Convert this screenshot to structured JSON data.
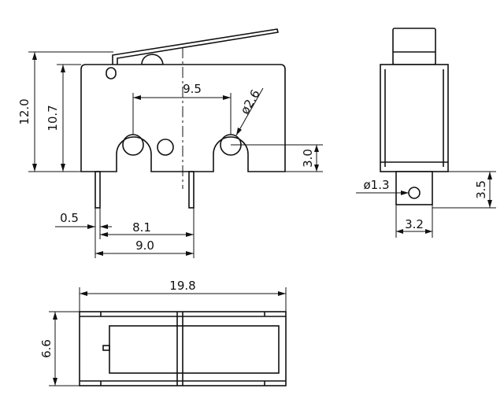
{
  "dimensions": {
    "height_12_0": "12.0",
    "height_10_7": "10.7",
    "hole_spacing_9_5": "9.5",
    "hole_diameter_2_6": "ø2.6",
    "hole_height_3_0": "3.0",
    "pin_width_0_5": "0.5",
    "pin_spacing_8_1": "8.1",
    "pin_spacing_9_0": "9.0",
    "terminal_hole_1_3": "ø1.3",
    "terminal_height_3_5": "3.5",
    "terminal_width_3_2": "3.2",
    "body_length_19_8": "19.8",
    "body_width_6_6": "6.6"
  }
}
